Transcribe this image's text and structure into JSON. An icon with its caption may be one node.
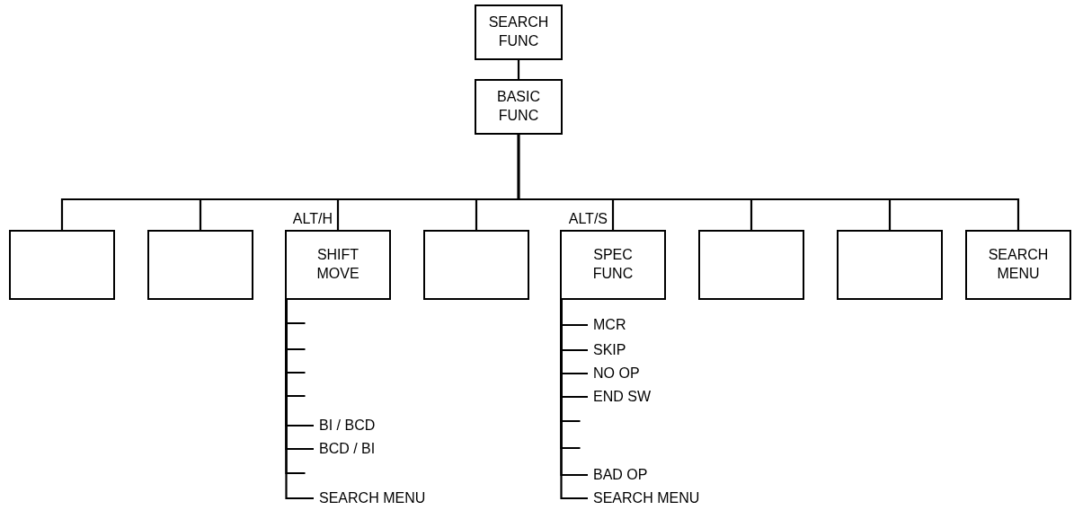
{
  "diagram": {
    "nodes": [
      {
        "text": [
          "SEARCH FUNC"
        ]
      },
      {
        "text": [
          "BASIC FUNC"
        ]
      },
      {
        "text": [],
        "shape": "box"
      },
      {
        "text": [],
        "shape": "box"
      },
      {
        "text": [
          "SHIFT MOVE"
        ],
        "beside": [
          "ALT/H"
        ]
      },
      {
        "text": [],
        "shape": "box"
      },
      {
        "text": [
          "SPEC FUNC"
        ],
        "beside": [
          "ALT/S"
        ]
      },
      {
        "text": [],
        "shape": "box"
      },
      {
        "text": [],
        "shape": "box"
      },
      {
        "text": [
          "SEARCH MENU"
        ]
      },
      {
        "text": [
          "BI / BCD"
        ]
      },
      {
        "text": [
          "BCD / BI"
        ]
      },
      {
        "text": [
          "SEARCH MENU"
        ]
      },
      {
        "text": [
          "MCR"
        ]
      },
      {
        "text": [
          "SKIP"
        ]
      },
      {
        "text": [
          "NO OP"
        ]
      },
      {
        "text": [
          "END SW"
        ]
      },
      {
        "text": [
          "BAD OP"
        ]
      },
      {
        "text": [
          "SEARCH MENU"
        ]
      }
    ],
    "edges": [
      {
        "from": 0,
        "to": 1,
        "arrow": "none"
      },
      {
        "from": 1,
        "to": 2,
        "arrow": "none"
      },
      {
        "from": 1,
        "to": 3,
        "arrow": "none"
      },
      {
        "from": 1,
        "to": 4,
        "arrow": "none"
      },
      {
        "from": 1,
        "to": 5,
        "arrow": "none"
      },
      {
        "from": 1,
        "to": 6,
        "arrow": "none"
      },
      {
        "from": 1,
        "to": 7,
        "arrow": "none"
      },
      {
        "from": 1,
        "to": 8,
        "arrow": "none"
      },
      {
        "from": 1,
        "to": 9,
        "arrow": "none"
      },
      {
        "from": 4,
        "to": null,
        "arrow": "none"
      },
      {
        "from": 4,
        "to": null,
        "arrow": "none"
      },
      {
        "from": 4,
        "to": null,
        "arrow": "none"
      },
      {
        "from": 4,
        "to": null,
        "arrow": "none"
      },
      {
        "from": 4,
        "to": 10,
        "arrow": "none"
      },
      {
        "from": 4,
        "to": 11,
        "arrow": "none"
      },
      {
        "from": 4,
        "to": null,
        "arrow": "none"
      },
      {
        "from": 4,
        "to": 12,
        "arrow": "none"
      },
      {
        "from": 6,
        "to": 13,
        "arrow": "none"
      },
      {
        "from": 6,
        "to": 14,
        "arrow": "none"
      },
      {
        "from": 6,
        "to": 15,
        "arrow": "none"
      },
      {
        "from": 6,
        "to": 16,
        "arrow": "none"
      },
      {
        "from": 6,
        "to": null,
        "arrow": "none"
      },
      {
        "from": 6,
        "to": null,
        "arrow": "none"
      },
      {
        "from": 6,
        "to": 17,
        "arrow": "none"
      },
      {
        "from": 6,
        "to": 18,
        "arrow": "none"
      }
    ]
  }
}
